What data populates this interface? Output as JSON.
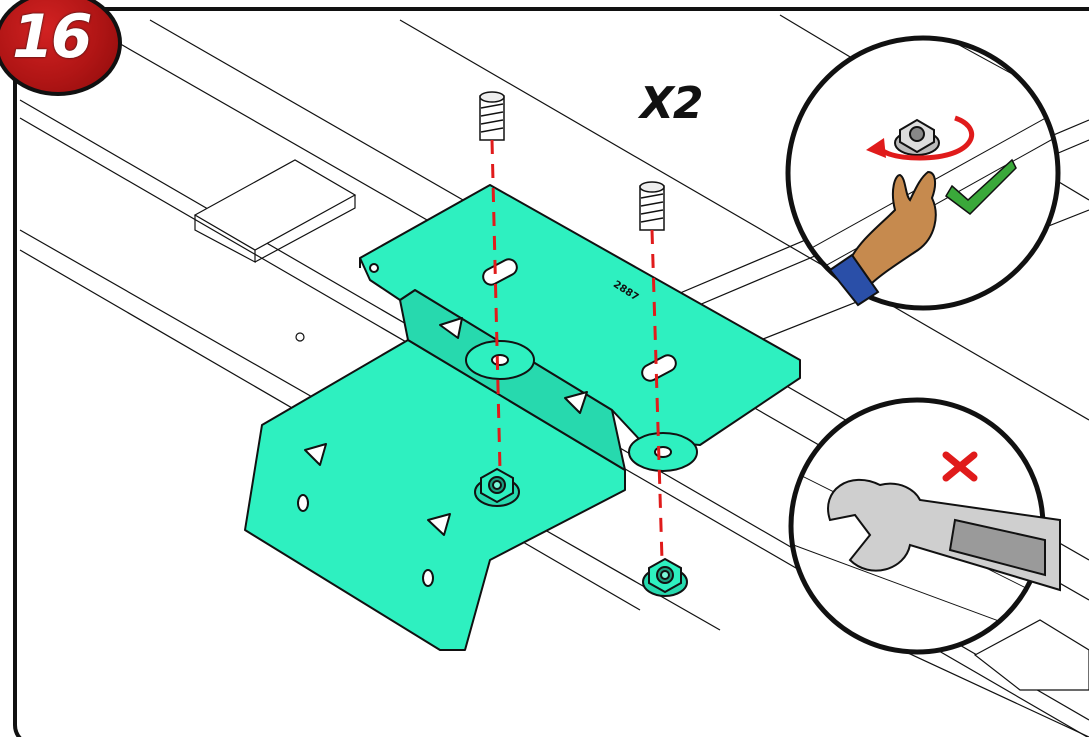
{
  "step": {
    "number": "16",
    "badge_color": "#b51818"
  },
  "quantity": {
    "label": "X2"
  },
  "part": {
    "code": "2887",
    "color": "#2ef0c0"
  },
  "callouts": {
    "hand_tighten": {
      "icons": [
        "flange-nut-icon",
        "rotate-arrow-icon",
        "hand-icon",
        "checkmark-icon"
      ],
      "status": "correct",
      "status_color": "#3aa83a"
    },
    "no_wrench": {
      "icons": [
        "wrench-icon",
        "cross-icon"
      ],
      "status": "incorrect",
      "status_color": "#e01b1b"
    }
  },
  "colors": {
    "guide_line": "#e01b1b",
    "outline": "#111111"
  }
}
